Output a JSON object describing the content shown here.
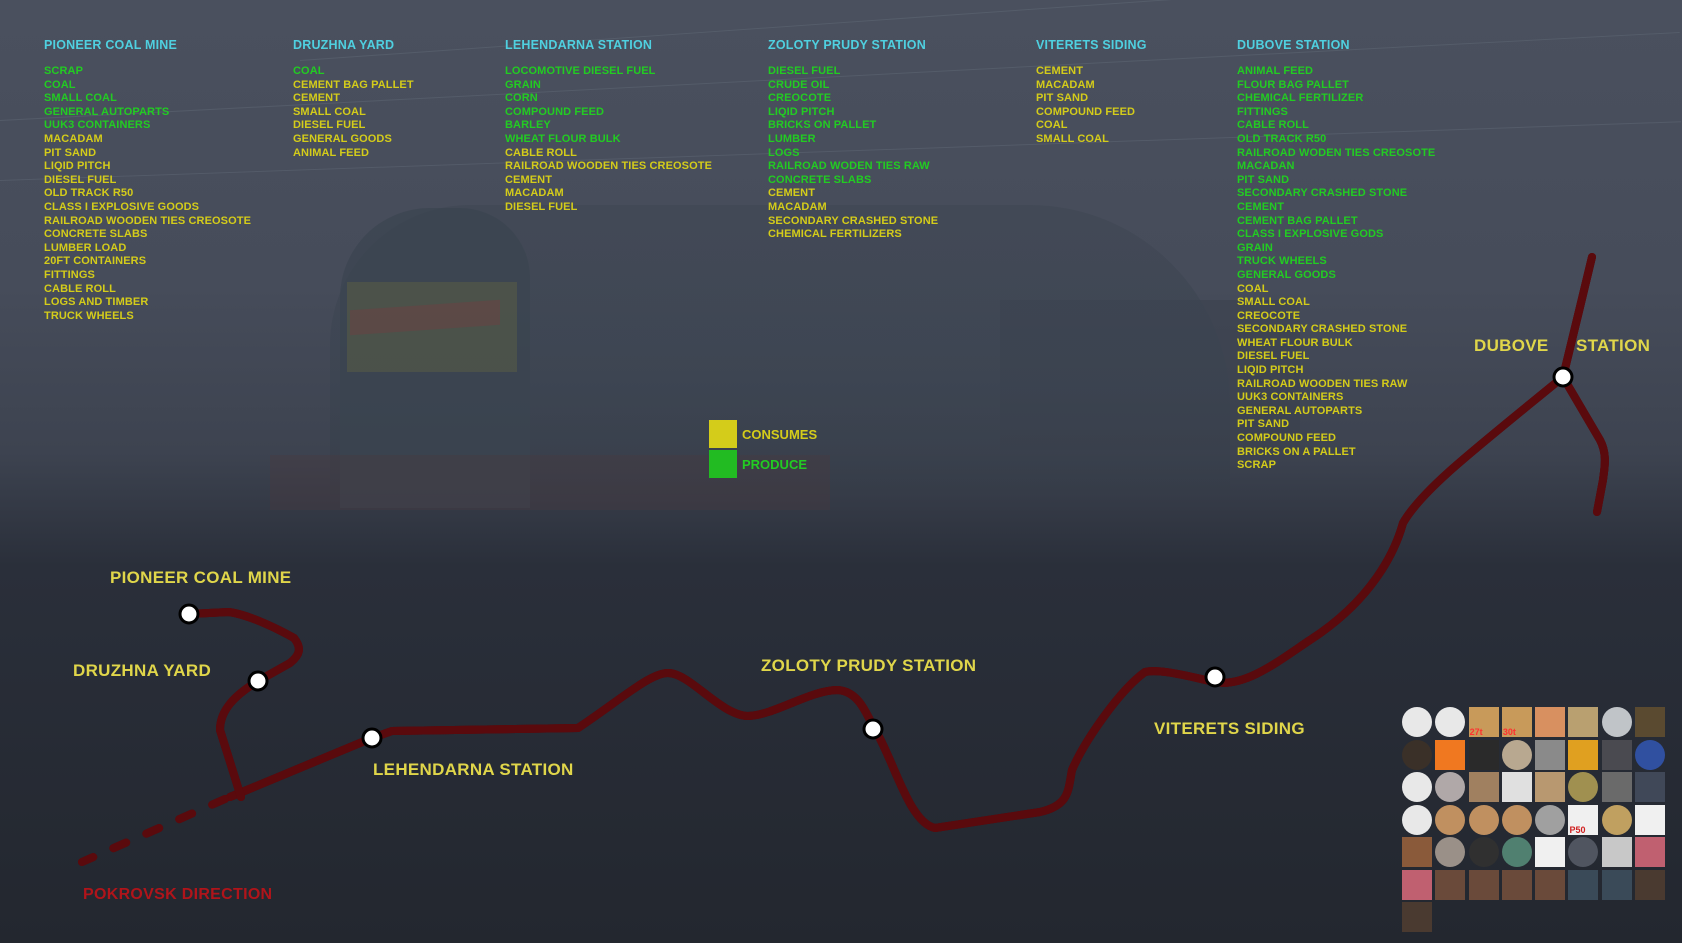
{
  "legend": {
    "consumes": {
      "label": "CONSUMES",
      "color": "#d4cc1a"
    },
    "produce": {
      "label": "PRODUCE",
      "color": "#22cc22"
    }
  },
  "colors": {
    "header": "#4fd0e0",
    "produce": "#22cc22",
    "consume": "#d4cc1a",
    "track": "#b0141a",
    "station_label": "#e0d64a"
  },
  "stations_cargo": [
    {
      "name": "PIONEER COAL MINE",
      "produce": [
        "SCRAP",
        "COAL",
        "SMALL COAL",
        "GENERAL AUTOPARTS",
        "UUK3 CONTAINERS"
      ],
      "consume": [
        "MACADAM",
        "PIT SAND",
        "LIQID PITCH",
        "DIESEL FUEL",
        "OLD TRACK R50",
        "CLASS I EXPLOSIVE GOODS",
        "RAILROAD WOODEN TIES CREOSOTE",
        "CONCRETE SLABS",
        "LUMBER LOAD",
        "20FT CONTAINERS",
        "FITTINGS",
        "CABLE ROLL",
        "LOGS AND TIMBER",
        "TRUCK WHEELS"
      ]
    },
    {
      "name": "DRUZHNA YARD",
      "produce": [
        "COAL"
      ],
      "consume": [
        "CEMENT BAG PALLET",
        "CEMENT",
        "SMALL COAL",
        "DIESEL FUEL",
        "GENERAL GOODS",
        "ANIMAL FEED"
      ]
    },
    {
      "name": "LEHENDARNA STATION",
      "produce": [
        "LOCOMOTIVE DIESEL FUEL",
        "GRAIN",
        "CORN",
        "COMPOUND FEED",
        "BARLEY",
        "WHEAT FLOUR BULK"
      ],
      "consume": [
        "CABLE ROLL",
        "RAILROAD WOODEN TIES CREOSOTE",
        "CEMENT",
        "MACADAM",
        "DIESEL FUEL"
      ]
    },
    {
      "name": "ZOLOTY PRUDY STATION",
      "produce": [
        "DIESEL FUEL",
        "CRUDE OIL",
        "CREOCOTE",
        "LIQID PITCH",
        "BRICKS ON PALLET",
        "LUMBER",
        "LOGS",
        "RAILROAD WODEN TIES RAW",
        "CONCRETE SLABS"
      ],
      "consume": [
        "CEMENT",
        "MACADAM",
        "SECONDARY CRASHED STONE",
        "CHEMICAL FERTILIZERS"
      ]
    },
    {
      "name": "VITERETS SIDING",
      "produce": [],
      "consume": [
        "CEMENT",
        "MACADAM",
        "PIT SAND",
        "COMPOUND FEED",
        "COAL",
        "SMALL COAL"
      ]
    },
    {
      "name": "DUBOVE STATION",
      "produce": [
        "ANIMAL FEED",
        "FLOUR BAG PALLET",
        "CHEMICAL FERTILIZER",
        "FITTINGS",
        "CABLE ROLL",
        "OLD TRACK R50",
        "RAILROAD WODEN TIES CREOSOTE",
        "MACADAN",
        "PIT SAND",
        "SECONDARY CRASHED STONE",
        "CEMENT",
        "CEMENT BAG PALLET",
        "CLASS I EXPLOSIVE GODS",
        "GRAIN",
        "TRUCK WHEELS",
        "GENERAL GOODS"
      ],
      "consume": [
        "COAL",
        "SMALL COAL",
        "CREOCOTE",
        "SECONDARY CRASHED STONE",
        "WHEAT FLOUR BULK",
        "DIESEL FUEL",
        "LIQID PITCH",
        "RAILROAD WOODEN TIES RAW",
        "UUK3 CONTAINERS",
        "GENERAL AUTOPARTS",
        "PIT SAND",
        "COMPOUND FEED",
        "BRICKS ON A PALLET",
        "SCRAP"
      ]
    }
  ],
  "map": {
    "labels": {
      "pioneer": "PIONEER COAL MINE",
      "druzhna": "DRUZHNA YARD",
      "lehendarna": "LEHENDARNA STATION",
      "zoloty": "ZOLOTY PRUDY STATION",
      "viterets": "VITERETS SIDING",
      "dubove_1": "DUBOVE",
      "dubove_2": "STATION",
      "direction": "POKROVSK DIRECTION"
    }
  },
  "cargo_icons": [
    {
      "name": "unload-disabled-icon",
      "bg": "#e8e8e8",
      "fg": "#c03030",
      "round": true,
      "text": ""
    },
    {
      "name": "unload-icon",
      "bg": "#e8e8e8",
      "fg": "#333",
      "round": true,
      "text": ""
    },
    {
      "name": "logs-27t-icon",
      "bg": "#c89a5a",
      "fg": "#ff3030",
      "round": false,
      "text": "27t"
    },
    {
      "name": "logs-30t-icon",
      "bg": "#c89a5a",
      "fg": "#ff3030",
      "round": false,
      "text": "30t"
    },
    {
      "name": "flour-bag-icon",
      "bg": "#d89060",
      "fg": "",
      "round": false,
      "text": ""
    },
    {
      "name": "grain-icon",
      "bg": "#b9a070",
      "fg": "",
      "round": false,
      "text": ""
    },
    {
      "name": "cement-icon",
      "bg": "#c0c4c8",
      "fg": "",
      "round": true,
      "text": ""
    },
    {
      "name": "cement-bag-pallet-icon",
      "bg": "#5a4a30",
      "fg": "",
      "round": false,
      "text": ""
    },
    {
      "name": "animal-feed-icon",
      "bg": "#3a3028",
      "fg": "",
      "round": true,
      "text": ""
    },
    {
      "name": "explosive-icon",
      "bg": "#f07820",
      "fg": "",
      "round": false,
      "text": ""
    },
    {
      "name": "coal-icon",
      "bg": "#2a2a2a",
      "fg": "",
      "round": false,
      "text": ""
    },
    {
      "name": "macadam-icon",
      "bg": "#b8a890",
      "fg": "",
      "round": true,
      "text": ""
    },
    {
      "name": "rail-icon",
      "bg": "#8a8a8a",
      "fg": "",
      "round": false,
      "text": ""
    },
    {
      "name": "corn-icon",
      "bg": "#e0a020",
      "fg": "",
      "round": false,
      "text": ""
    },
    {
      "name": "crude-oil-icon",
      "bg": "#4a4a50",
      "fg": "",
      "round": false,
      "text": ""
    },
    {
      "name": "chemical-fertilizer-icon",
      "bg": "#3050a0",
      "fg": "",
      "round": true,
      "text": ""
    },
    {
      "name": "diesel-barrel-icon",
      "bg": "#e8e8e8",
      "fg": "",
      "round": true,
      "text": ""
    },
    {
      "name": "secondary-stone-icon",
      "bg": "#b0a8a8",
      "fg": "",
      "round": true,
      "text": ""
    },
    {
      "name": "bricks-pallet-icon",
      "bg": "#a08060",
      "fg": "",
      "round": false,
      "text": ""
    },
    {
      "name": "autoparts-icon",
      "bg": "#e0e0e0",
      "fg": "",
      "round": false,
      "text": ""
    },
    {
      "name": "lumber-icon",
      "bg": "#b89870",
      "fg": "",
      "round": false,
      "text": ""
    },
    {
      "name": "compound-feed-icon",
      "bg": "#a09050",
      "fg": "",
      "round": true,
      "text": ""
    },
    {
      "name": "truck-wheels-icon",
      "bg": "#6a6a6a",
      "fg": "",
      "round": false,
      "text": ""
    },
    {
      "name": "liqid-pitch-icon",
      "bg": "#404858",
      "fg": "",
      "round": false,
      "text": ""
    },
    {
      "name": "container-icon",
      "bg": "#e8e8e8",
      "fg": "",
      "round": true,
      "text": ""
    },
    {
      "name": "ties-creosote-icon",
      "bg": "#c09060",
      "fg": "",
      "round": true,
      "text": ""
    },
    {
      "name": "ties-raw-icon",
      "bg": "#c09060",
      "fg": "",
      "round": true,
      "text": ""
    },
    {
      "name": "concrete-slabs-icon",
      "bg": "#c09060",
      "fg": "",
      "round": true,
      "text": ""
    },
    {
      "name": "crashed-stone-icon",
      "bg": "#a0a0a0",
      "fg": "",
      "round": true,
      "text": ""
    },
    {
      "name": "old-track-r50-icon",
      "bg": "#f0f0f0",
      "fg": "#d02020",
      "round": false,
      "text": "P50"
    },
    {
      "name": "pit-sand-icon",
      "bg": "#c0a060",
      "fg": "",
      "round": true,
      "text": ""
    },
    {
      "name": "fittings-icon",
      "bg": "#f0f0f0",
      "fg": "",
      "round": false,
      "text": ""
    },
    {
      "name": "logs-timber-icon",
      "bg": "#8a5a3a",
      "fg": "",
      "round": false,
      "text": ""
    },
    {
      "name": "scrap-icon",
      "bg": "#9a9088",
      "fg": "",
      "round": true,
      "text": ""
    },
    {
      "name": "small-coal-icon",
      "bg": "#303030",
      "fg": "",
      "round": true,
      "text": ""
    },
    {
      "name": "uuk3-container-icon",
      "bg": "#508070",
      "fg": "",
      "round": true,
      "text": ""
    },
    {
      "name": "wheat-flour-bulk-icon",
      "bg": "#f0f0f0",
      "fg": "",
      "round": false,
      "text": ""
    },
    {
      "name": "cable-roll-icon",
      "bg": "#505560",
      "fg": "",
      "round": true,
      "text": ""
    },
    {
      "name": "20ft-container-icon",
      "bg": "#c8c8c8",
      "fg": "",
      "round": false,
      "text": ""
    },
    {
      "name": "general-goods-icon",
      "bg": "#c06070",
      "fg": "",
      "round": false,
      "text": ""
    },
    {
      "name": "general-goods-2-icon",
      "bg": "#c06070",
      "fg": "",
      "round": false,
      "text": ""
    },
    {
      "name": "bricks-pallet-2-icon",
      "bg": "#6a4a3a",
      "fg": "",
      "round": false,
      "text": ""
    },
    {
      "name": "bricks-pallet-3-icon",
      "bg": "#6a4a3a",
      "fg": "",
      "round": false,
      "text": ""
    },
    {
      "name": "bricks-pallet-4-icon",
      "bg": "#6a4a3a",
      "fg": "",
      "round": false,
      "text": ""
    },
    {
      "name": "bricks-pallet-5-icon",
      "bg": "#6a4a3a",
      "fg": "",
      "round": false,
      "text": ""
    },
    {
      "name": "locomotive-fuel-icon",
      "bg": "#3a4a58",
      "fg": "",
      "round": false,
      "text": ""
    },
    {
      "name": "locomotive-fuel-2-icon",
      "bg": "#3a4a58",
      "fg": "",
      "round": false,
      "text": ""
    },
    {
      "name": "wagon-icon",
      "bg": "#4a3a30",
      "fg": "",
      "round": false,
      "text": ""
    },
    {
      "name": "wagon-2-icon",
      "bg": "#4a3a30",
      "fg": "",
      "round": false,
      "text": ""
    }
  ]
}
